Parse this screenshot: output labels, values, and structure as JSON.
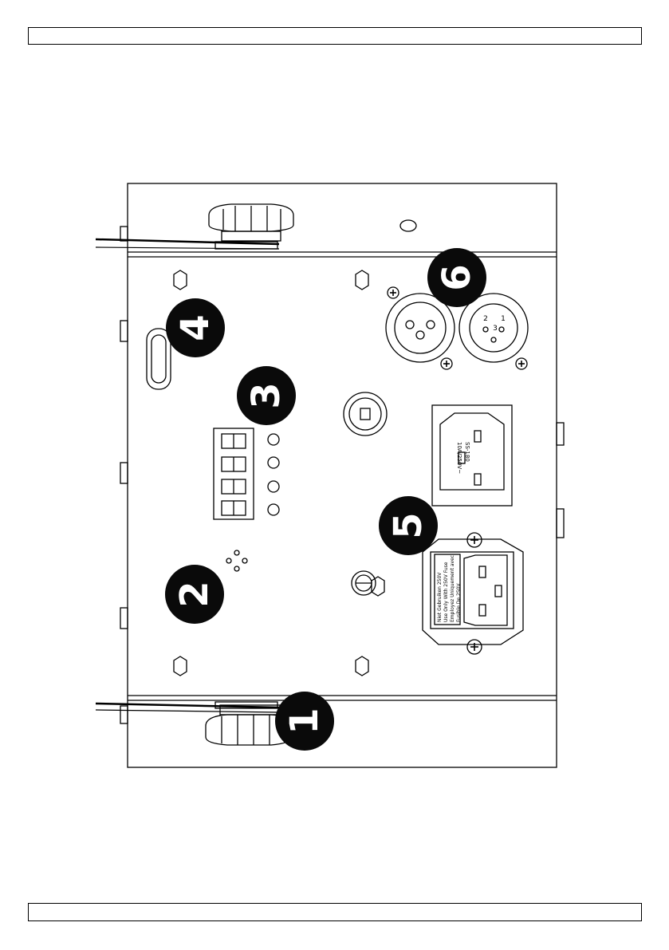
{
  "page": {
    "header_text": "",
    "footer_text": ""
  },
  "figure": {
    "callouts": [
      {
        "id": "1",
        "label": "1"
      },
      {
        "id": "2",
        "label": "2"
      },
      {
        "id": "3",
        "label": "3"
      },
      {
        "id": "4",
        "label": "4"
      },
      {
        "id": "5",
        "label": "5"
      },
      {
        "id": "6",
        "label": "6"
      }
    ],
    "xlr_pins": {
      "pin1": "1",
      "pin2": "2",
      "pin3": "3"
    },
    "power_out_rating": {
      "line1": "SS-180",
      "line2": "10A/250V~"
    },
    "power_in_label": {
      "line1": "Niet Gebruiken 250V",
      "line2": "Use Only With 250V Fuse",
      "line3": "Employez Uniquement avec",
      "line4": "Fusible De 250V"
    }
  }
}
